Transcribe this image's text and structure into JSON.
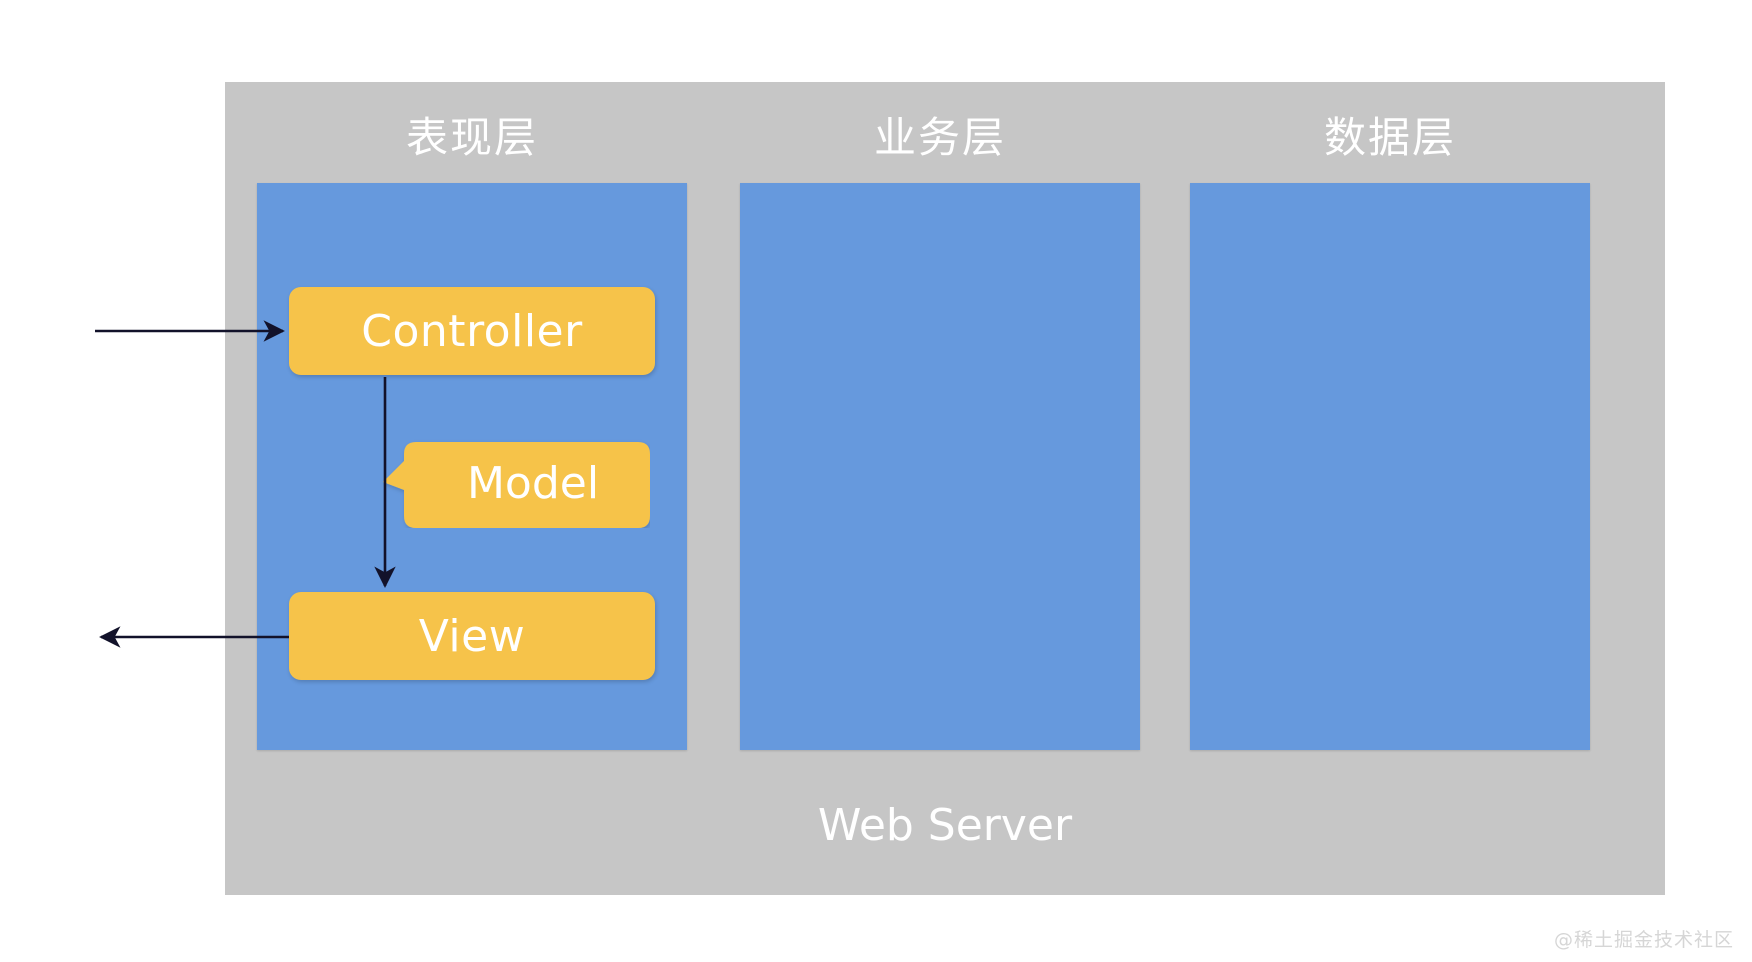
{
  "diagram": {
    "container_label": "Web Server",
    "watermark": "@稀土掘金技术社区",
    "colors": {
      "background": "#ffffff",
      "container": "#c6c6c6",
      "layer_panel": "#6699dd",
      "component": "#f6c34a",
      "label_text": "#ffffff",
      "arrow": "#1a1a2e"
    },
    "layers": [
      {
        "id": "presentation",
        "title": "表现层"
      },
      {
        "id": "business",
        "title": "业务层"
      },
      {
        "id": "data",
        "title": "数据层"
      }
    ],
    "components": [
      {
        "id": "controller",
        "label": "Controller",
        "shape": "rounded-rect"
      },
      {
        "id": "model",
        "label": "Model",
        "shape": "callout-bubble"
      },
      {
        "id": "view",
        "label": "View",
        "shape": "rounded-rect"
      }
    ],
    "arrows": [
      {
        "id": "request-in",
        "from": "outside",
        "to": "controller",
        "direction": "right"
      },
      {
        "id": "controller-to-view",
        "from": "controller",
        "to": "view",
        "direction": "down"
      },
      {
        "id": "response-out",
        "from": "view",
        "to": "outside",
        "direction": "left"
      }
    ]
  }
}
